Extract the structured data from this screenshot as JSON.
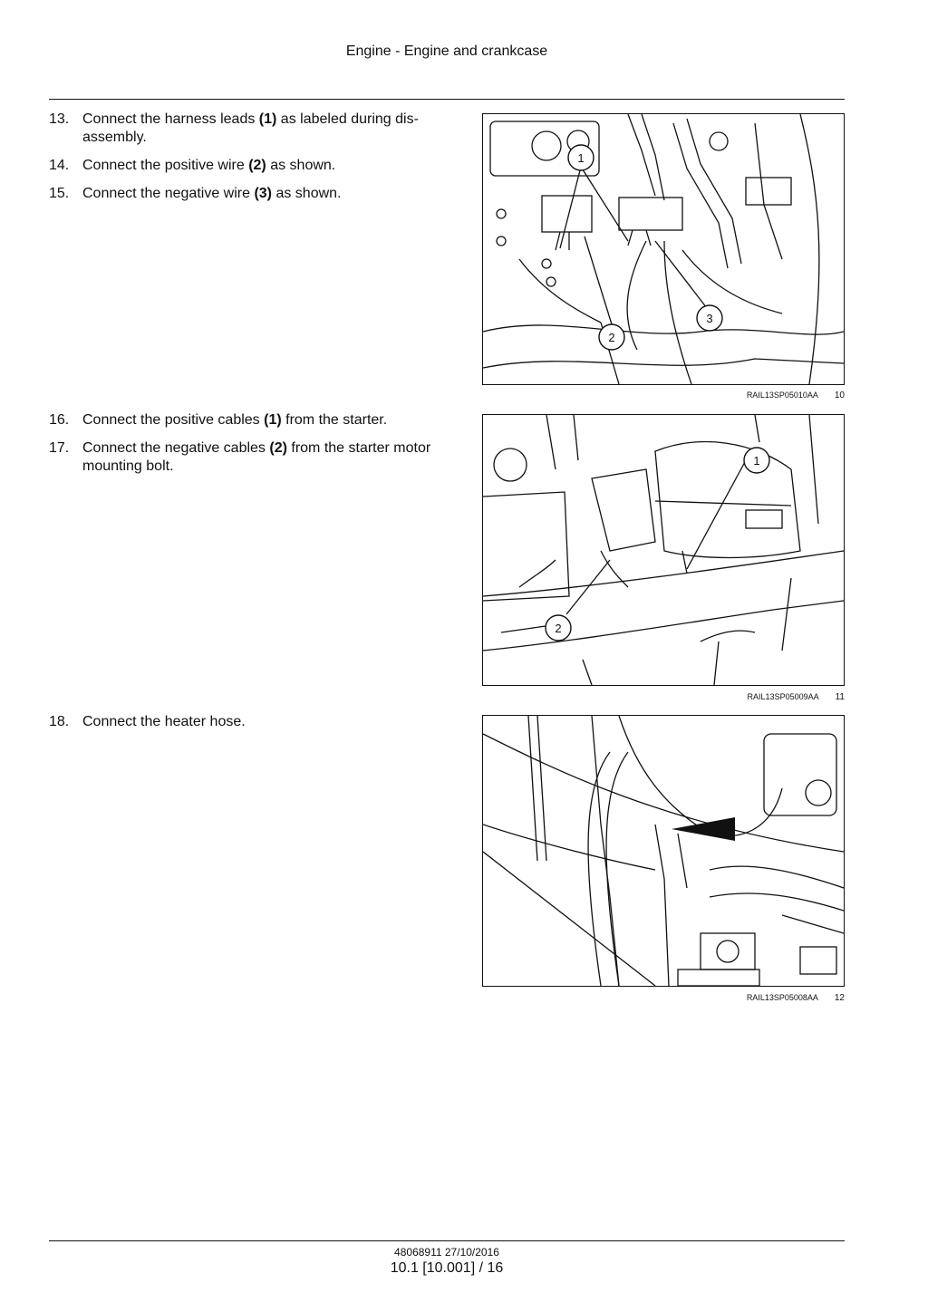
{
  "header": {
    "title": "Engine - Engine and crankcase"
  },
  "sections": [
    {
      "steps": [
        {
          "num": "13.",
          "pre": "Connect the harness leads ",
          "bold": "(1)",
          "post": " as labeled during dis-assembly."
        },
        {
          "num": "14.",
          "pre": "Connect the positive wire ",
          "bold": "(2)",
          "post": " as shown."
        },
        {
          "num": "15.",
          "pre": "Connect the negative wire ",
          "bold": "(3)",
          "post": " as shown."
        }
      ],
      "figure": {
        "code": "RAIL13SP05010AA",
        "number": "10",
        "callouts": [
          "1",
          "2",
          "3"
        ]
      }
    },
    {
      "steps": [
        {
          "num": "16.",
          "pre": "Connect the positive cables ",
          "bold": "(1)",
          "post": " from the starter."
        },
        {
          "num": "17.",
          "pre": "Connect the negative cables ",
          "bold": "(2)",
          "post": " from the starter motor mounting bolt."
        }
      ],
      "figure": {
        "code": "RAIL13SP05009AA",
        "number": "11",
        "callouts": [
          "1",
          "2"
        ]
      }
    },
    {
      "steps": [
        {
          "num": "18.",
          "pre": "Connect the heater hose.",
          "bold": "",
          "post": ""
        }
      ],
      "figure": {
        "code": "RAIL13SP05008AA",
        "number": "12",
        "callouts": []
      }
    }
  ],
  "footer": {
    "doc_ref": "48068911 27/10/2016",
    "page_ref": "10.1 [10.001] / 16"
  }
}
